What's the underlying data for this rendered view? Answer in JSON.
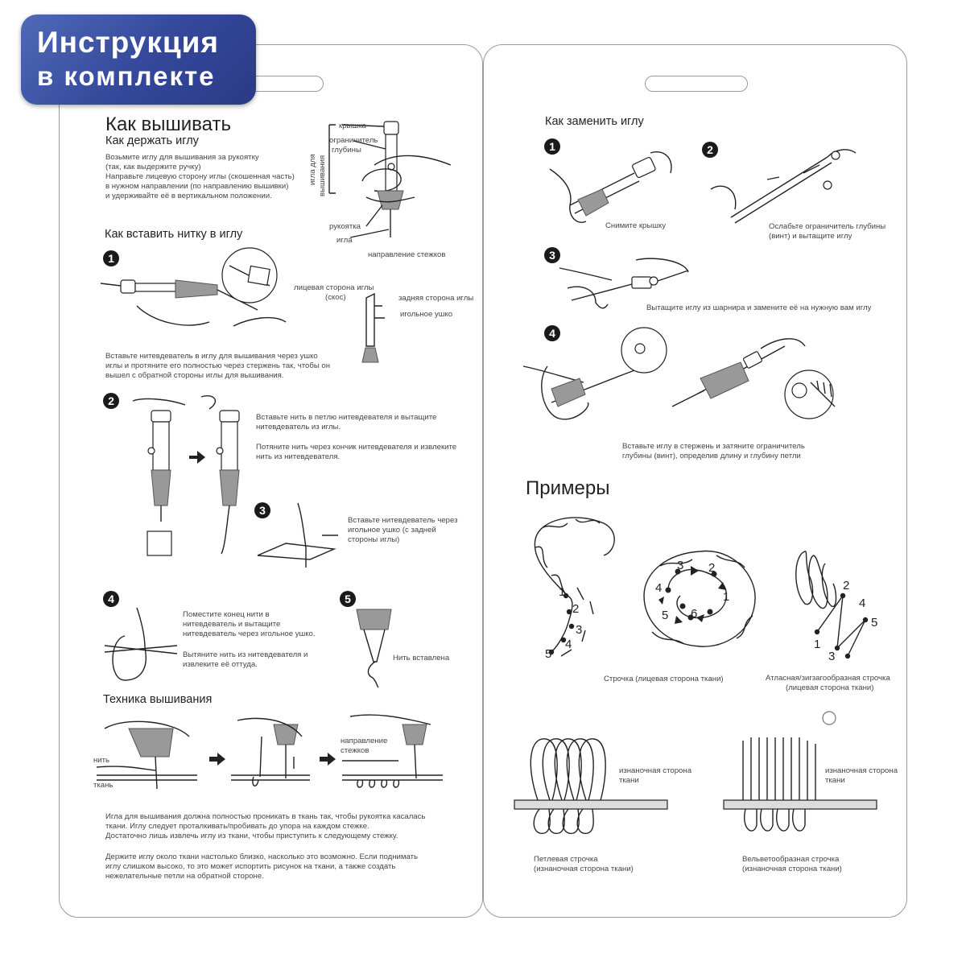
{
  "badge": {
    "line1": "Инструкция",
    "line2": "в комплекте"
  },
  "left": {
    "title": "Как вышивать",
    "hold": {
      "subtitle": "Как держать иглу",
      "text": [
        "Возьмите иглу для вышивания за рукоятку",
        "(так, как выдержите ручку)",
        "Направьте лицевую сторону иглы (скошенная часть)",
        "в нужном направлении (по направлению вышивки)",
        "и удерживайте её в вертикальном положении."
      ],
      "labels": {
        "cap": "крышка",
        "limiter1": "ограничитель",
        "limiter2": "глубины",
        "needle_vert1": "игла для",
        "needle_vert2": "вышивания",
        "handle": "рукоятка",
        "needle": "игла",
        "direction": "направление стежков"
      }
    },
    "thread": {
      "subtitle": "Как вставить нитку в иглу",
      "step1": {
        "num": "1",
        "face1": "лицевая сторона иглы",
        "face2": "(скос)",
        "back": "задняя сторона иглы",
        "eye": "игольное ушко",
        "text": [
          "Вставьте нитевдеватель в иглу для вышивания через ушко",
          "иглы и протяните его полностью через стержень так, чтобы он",
          "вышел с обратной стороны иглы для вышивания."
        ]
      },
      "step2": {
        "num": "2",
        "text_a": [
          "Вставьте нить в петлю нитевдевателя и вытащите",
          "нитевдеватель из иглы."
        ],
        "text_b": [
          "Потяните нить через кончик нитевдевателя и извлеките",
          "нить из нитевдевателя."
        ]
      },
      "step3": {
        "num": "3",
        "text": [
          "Вставьте нитевдеватель через",
          "игольное ушко (с задней",
          "стороны иглы)"
        ]
      },
      "step4": {
        "num": "4",
        "text_a": [
          "Поместите конец нити в",
          "нитевдеватель и вытащите",
          "нитевдеватель через игольное ушко."
        ],
        "text_b": [
          "Вытяните нить из нитевдевателя и",
          "извлеките её оттуда."
        ]
      },
      "step5": {
        "num": "5",
        "text": "Нить вставлена"
      }
    },
    "technique": {
      "subtitle": "Техника вышивания",
      "thread_label": "нить",
      "fabric_label": "ткань",
      "direction1": "направление",
      "direction2": "стежков",
      "text_a": [
        "Игла для вышивания должна полностью проникать в ткань так, чтобы рукоятка касалась",
        "ткани. Иглу следует проталкивать/пробивать до упора на каждом стежке.",
        "Достаточно лишь извлечь иглу из ткани, чтобы приступить к следующему стежку."
      ],
      "text_b": [
        "Держите иглу около ткани настолько близко, насколько это возможно. Если поднимать",
        "иглу слишком высоко, то это может испортить рисунок на ткани, а также создать",
        "нежелательные петли на обратной стороне."
      ]
    }
  },
  "right": {
    "replace": {
      "subtitle": "Как заменить иглу",
      "step1": {
        "num": "1",
        "text": "Снимите крышку"
      },
      "step2": {
        "num": "2",
        "text": [
          "Ослабьте ограничитель глубины",
          "(винт) и вытащите иглу"
        ]
      },
      "step3": {
        "num": "3",
        "text": "Вытащите иглу из шарнира и замените её на нужную вам иглу"
      },
      "step4": {
        "num": "4",
        "text": [
          "Вставьте иглу в стержень и затяните ограничитель",
          "глубины (винт), определив длину и глубину петли"
        ]
      }
    },
    "examples": {
      "title": "Примеры",
      "stitch_caption": "Строчка (лицевая сторона ткани)",
      "satin_caption1": "Атласная/зигзагообразная строчка",
      "satin_caption2": "(лицевая сторона ткани)",
      "back_label1": "изнаночная сторона",
      "back_label2": "ткани",
      "loop_caption1": "Петлевая строчка",
      "loop_caption2": "(изнаночная сторона ткани)",
      "velvet_caption1": "Вельветообразная строчка",
      "velvet_caption2": "(изнаночная сторона ткани)",
      "numbers": [
        "1",
        "2",
        "3",
        "4",
        "5",
        "6"
      ]
    }
  }
}
